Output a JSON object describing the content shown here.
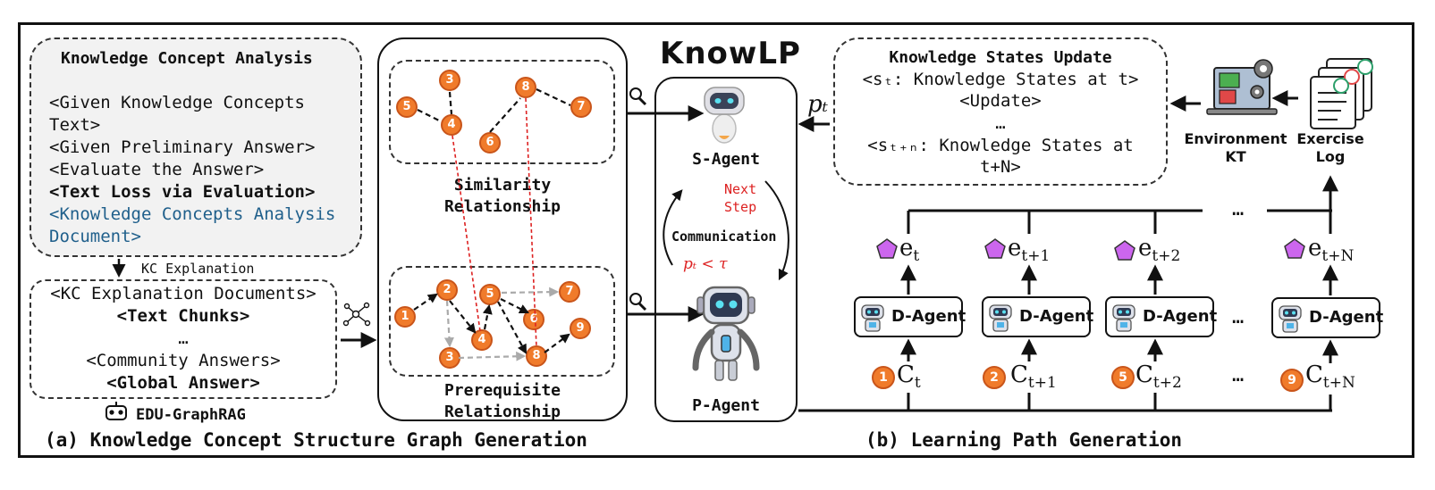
{
  "brand": "KnowLP",
  "left_panel": {
    "kc_analysis": {
      "title": "Knowledge Concept Analysis",
      "line1a": "<Given Knowledge Concepts",
      "line1b": "Text>",
      "line2": "<Given Preliminary Answer>",
      "line3": "<Evaluate the Answer>",
      "line4": "<Text Loss via Evaluation>",
      "line5a": "<Knowledge Concepts Analysis",
      "line5b": "Document>"
    },
    "arrow_label": "KC Explanation",
    "kc_docs": {
      "line1": "<KC Explanation Documents>",
      "line2": "<Text Chunks>",
      "line3": "…",
      "line4": "<Community Answers>",
      "line5": "<Global Answer>"
    },
    "graphrag_label": "EDU-GraphRAG",
    "caption": "(a) Knowledge Concept Structure Graph Generation"
  },
  "graph_panel": {
    "similarity_label_1": "Similarity",
    "similarity_label_2": "Relationship",
    "prerequisite_label_1": "Prerequisite",
    "prerequisite_label_2": "Relationship",
    "similarity_nodes": [
      "3",
      "5",
      "4",
      "8",
      "7",
      "6"
    ],
    "prerequisite_nodes": [
      "2",
      "1",
      "5",
      "7",
      "6",
      "4",
      "9",
      "3",
      "8"
    ]
  },
  "agents": {
    "s_agent": "S-Agent",
    "p_agent": "P-Agent",
    "next_step_1": "Next",
    "next_step_2": "Step",
    "communication": "Communication",
    "condition": "pₜ < τ"
  },
  "right_panel": {
    "states": {
      "title": "Knowledge States Update",
      "line1": "<sₜ: Knowledge States at t>",
      "line2": "<Update>",
      "line3": "…",
      "line4a": "<sₜ₊ₙ: Knowledge States at",
      "line4b": "t+N>"
    },
    "pt_label": "pₜ",
    "environment_1": "Environment",
    "environment_2": "KT",
    "exercise_1": "Exercise",
    "exercise_2": "Log",
    "d_agent_label": "D-Agent",
    "ellipsis": "…",
    "columns": [
      {
        "e": "e",
        "e_sub": "t",
        "c": "C",
        "c_sub": "t",
        "node": "1"
      },
      {
        "e": "e",
        "e_sub": "t+1",
        "c": "C",
        "c_sub": "t+1",
        "node": "2"
      },
      {
        "e": "e",
        "e_sub": "t+2",
        "c": "C",
        "c_sub": "t+2",
        "node": "5"
      },
      {
        "e": "e",
        "e_sub": "t+N",
        "c": "C",
        "c_sub": "t+N",
        "node": "9"
      }
    ],
    "caption": "(b) Learning Path Generation"
  },
  "colors": {
    "node_fill": "#f07b2b",
    "pentagon": "#cc66ee",
    "link_blue": "#1f5f8b",
    "accent_red": "#dd2222"
  }
}
